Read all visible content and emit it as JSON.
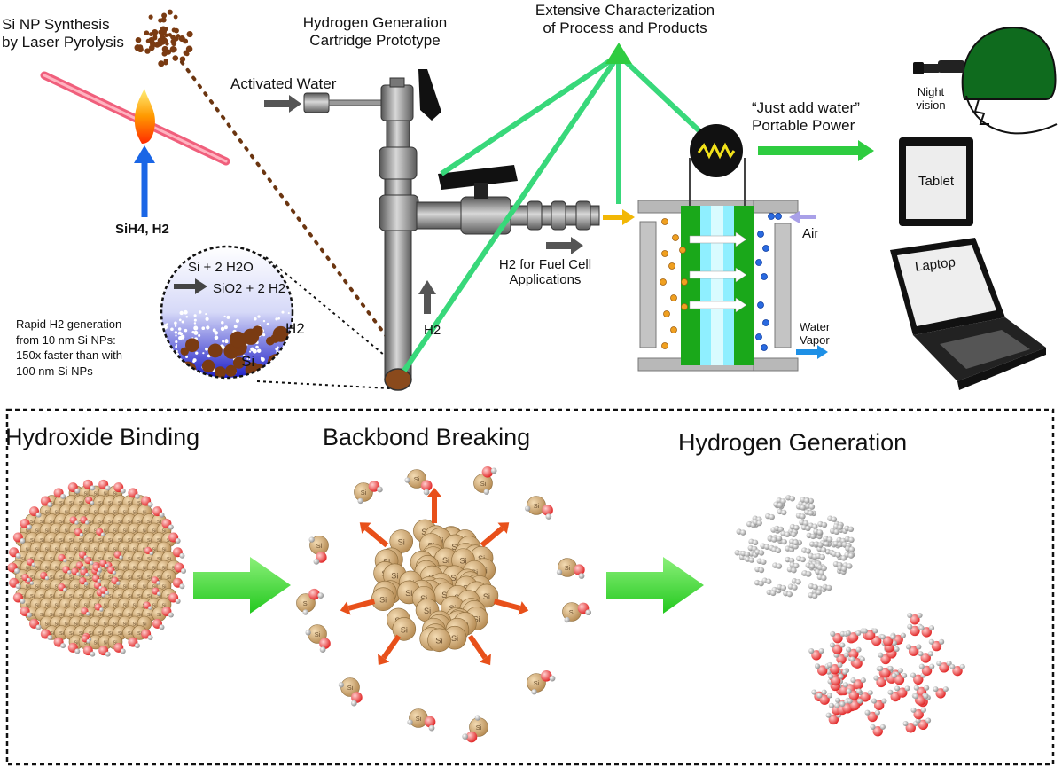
{
  "synthesis": {
    "title_line1": "Si NP Synthesis",
    "title_line2": "by Laser Pyrolysis",
    "precursor": "SiH4, H2"
  },
  "cartridge": {
    "title_line1": "Hydrogen Generation",
    "title_line2": "Cartridge Prototype",
    "water_label": "Activated Water",
    "h2_label": "H2",
    "fuel_cell_line1": "H2 for Fuel Cell",
    "fuel_cell_line2": "Applications"
  },
  "reaction": {
    "line1": "Si + 2 H2O",
    "line2": "SiO2 + 2 H2",
    "h2_label": "H2",
    "si_label": "Si",
    "note_line1": "Rapid H2 generation",
    "note_line2": "from 10 nm Si NPs:",
    "note_line3": "150x faster than with",
    "note_line4": "100 nm Si NPs"
  },
  "characterization": {
    "line1": "Extensive Characterization",
    "line2": "of Process and Products"
  },
  "power": {
    "line1": "“Just add water”",
    "line2": "Portable Power"
  },
  "fuel_cell": {
    "air_label": "Air",
    "water_vapor_line1": "Water",
    "water_vapor_line2": "Vapor"
  },
  "devices": {
    "night_line1": "Night",
    "night_line2": "vision",
    "tablet": "Tablet",
    "laptop": "Laptop"
  },
  "mechanism": {
    "step1": "Hydroxide Binding",
    "step2": "Backbond Breaking",
    "step3": "Hydrogen Generation"
  },
  "atom_labels": {
    "si": "Si"
  },
  "colors": {
    "arrow_green": "#2ecc40",
    "beam_green": "#38d87a",
    "laser": "#ee4466",
    "si_particle": "#7a3b12",
    "electrode": "#1aa81a",
    "membrane": "#8fefff",
    "orange_arrow": "#e8501a",
    "blue_arrow": "#1e6fe0"
  }
}
